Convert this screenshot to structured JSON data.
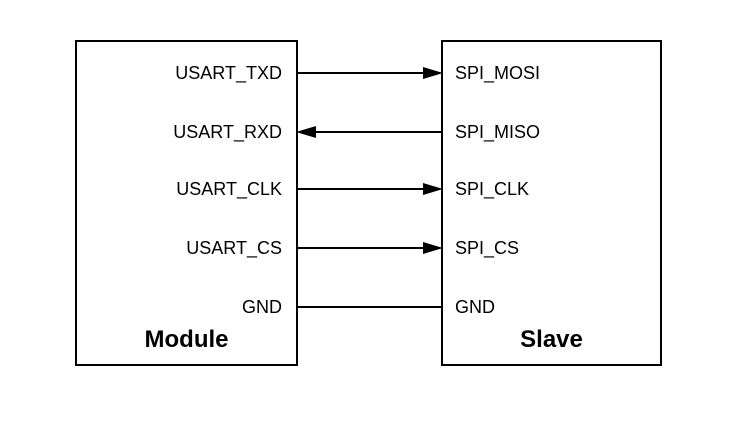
{
  "colors": {
    "background": "#ffffff",
    "line": "#000000",
    "text": "#000000"
  },
  "module": {
    "title": "Module",
    "pins": [
      "USART_TXD",
      "USART_RXD",
      "USART_CLK",
      "USART_CS",
      "GND"
    ]
  },
  "slave": {
    "title": "Slave",
    "pins": [
      "SPI_MOSI",
      "SPI_MISO",
      "SPI_CLK",
      "SPI_CS",
      "GND"
    ]
  },
  "connections": [
    {
      "from": "USART_TXD",
      "to": "SPI_MOSI",
      "arrow": "right"
    },
    {
      "from": "SPI_MISO",
      "to": "USART_RXD",
      "arrow": "left"
    },
    {
      "from": "USART_CLK",
      "to": "SPI_CLK",
      "arrow": "right"
    },
    {
      "from": "USART_CS",
      "to": "SPI_CS",
      "arrow": "right"
    },
    {
      "from": "GND",
      "to": "GND",
      "arrow": "none"
    }
  ]
}
